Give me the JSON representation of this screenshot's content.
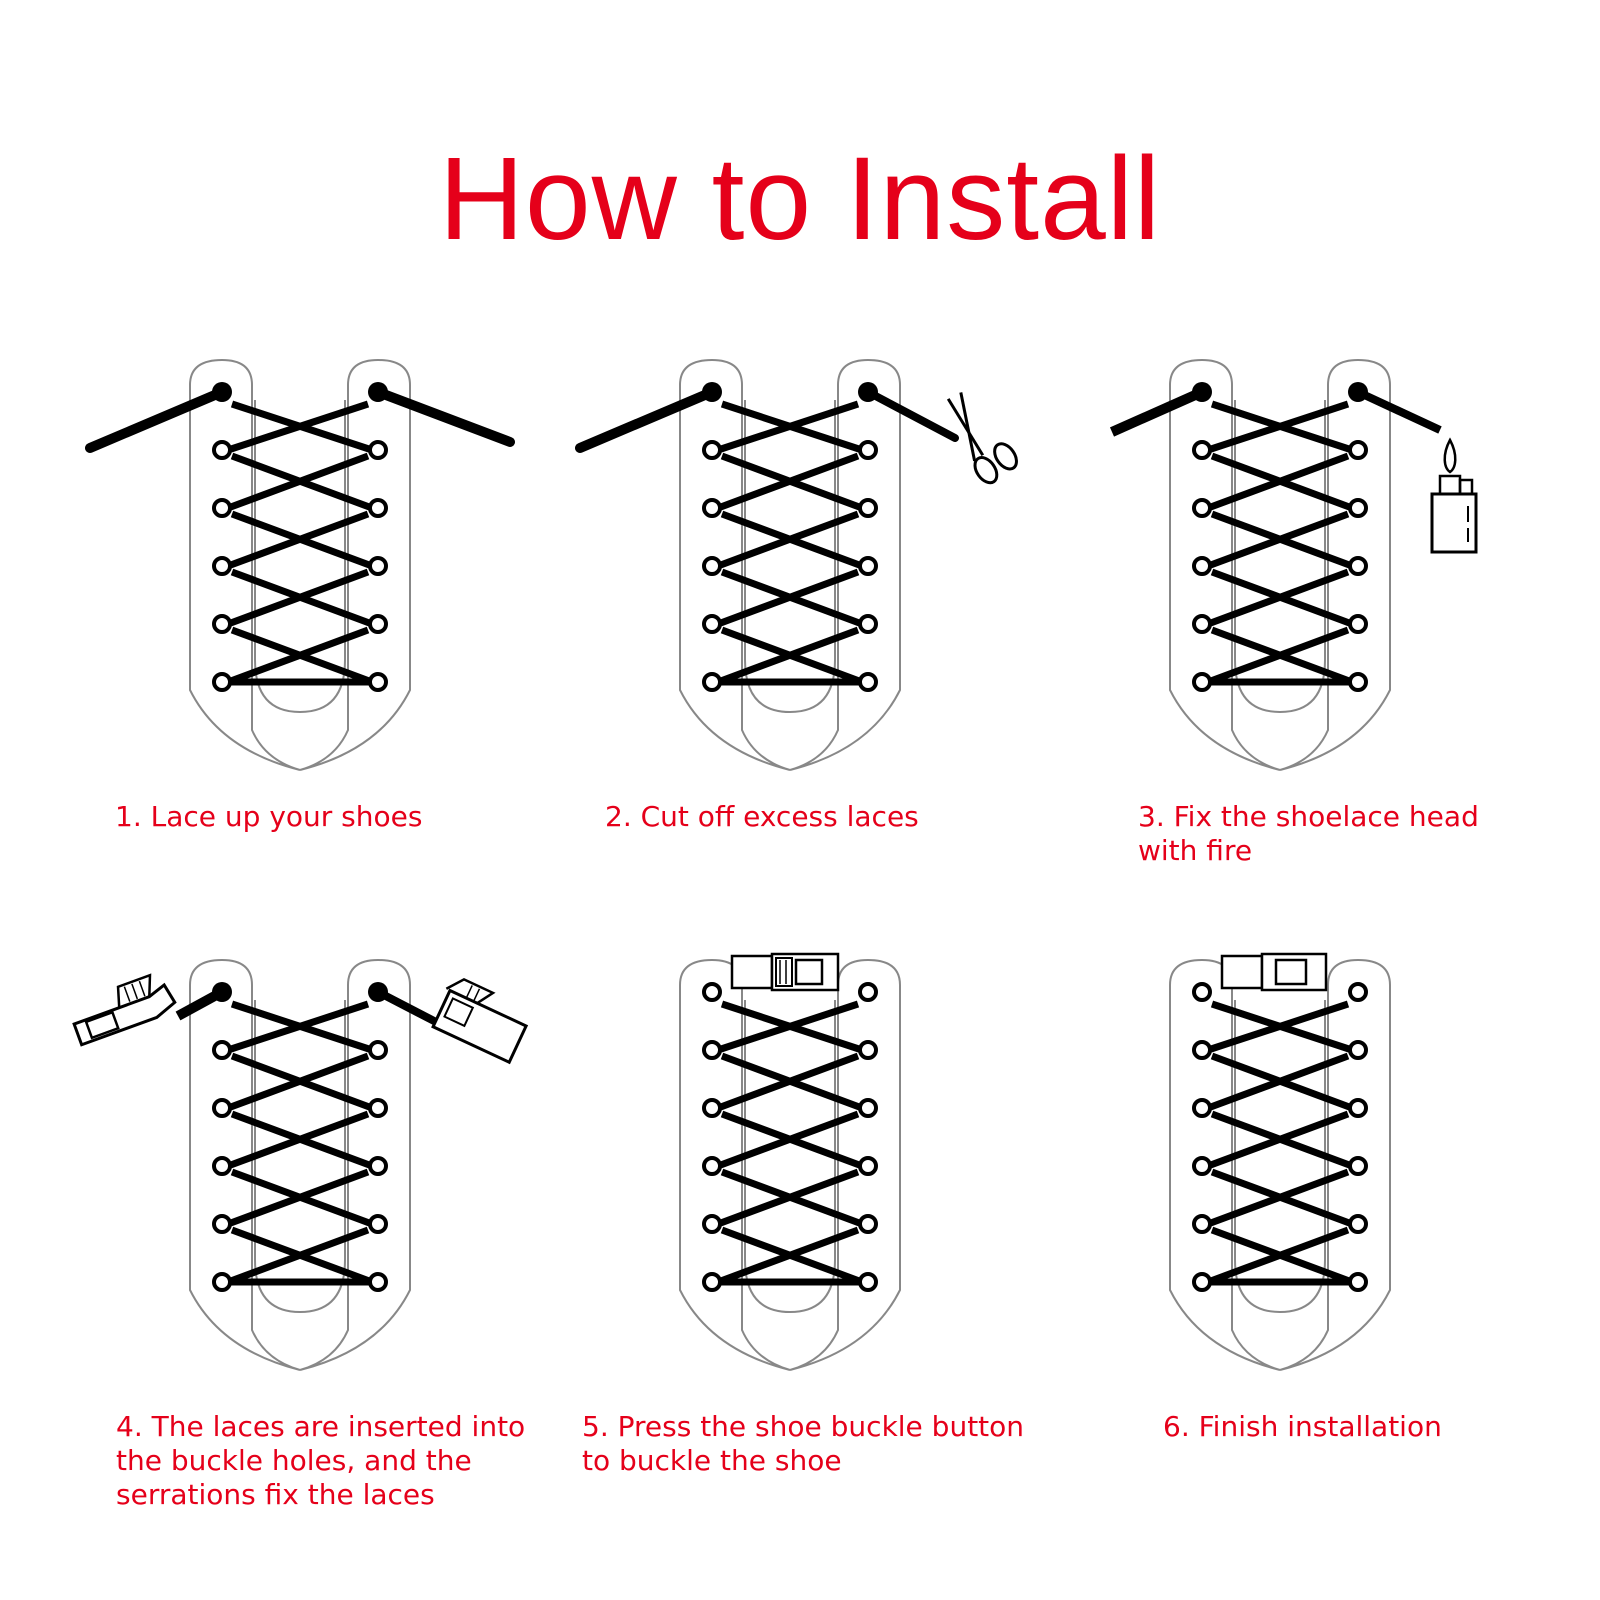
{
  "title": "How to Install",
  "accent_color": "#e5001a",
  "steps": [
    {
      "number": 1,
      "caption": "1. Lace up your shoes",
      "tool": "none",
      "laces": "long"
    },
    {
      "number": 2,
      "caption": "2. Cut off excess laces",
      "tool": "scissors-icon",
      "laces": "long"
    },
    {
      "number": 3,
      "caption": "3. Fix the shoelace head with fire",
      "tool": "lighter-icon",
      "laces": "cut"
    },
    {
      "number": 4,
      "caption": "4. The laces are inserted into the buckle holes, and the serrations fix the laces",
      "tool": "buckle-halves-icon",
      "laces": "cut"
    },
    {
      "number": 5,
      "caption": "5. Press the shoe buckle button to buckle the shoe",
      "tool": "none",
      "laces": "buckled"
    },
    {
      "number": 6,
      "caption": "6. Finish installation",
      "tool": "none",
      "laces": "buckled"
    }
  ]
}
